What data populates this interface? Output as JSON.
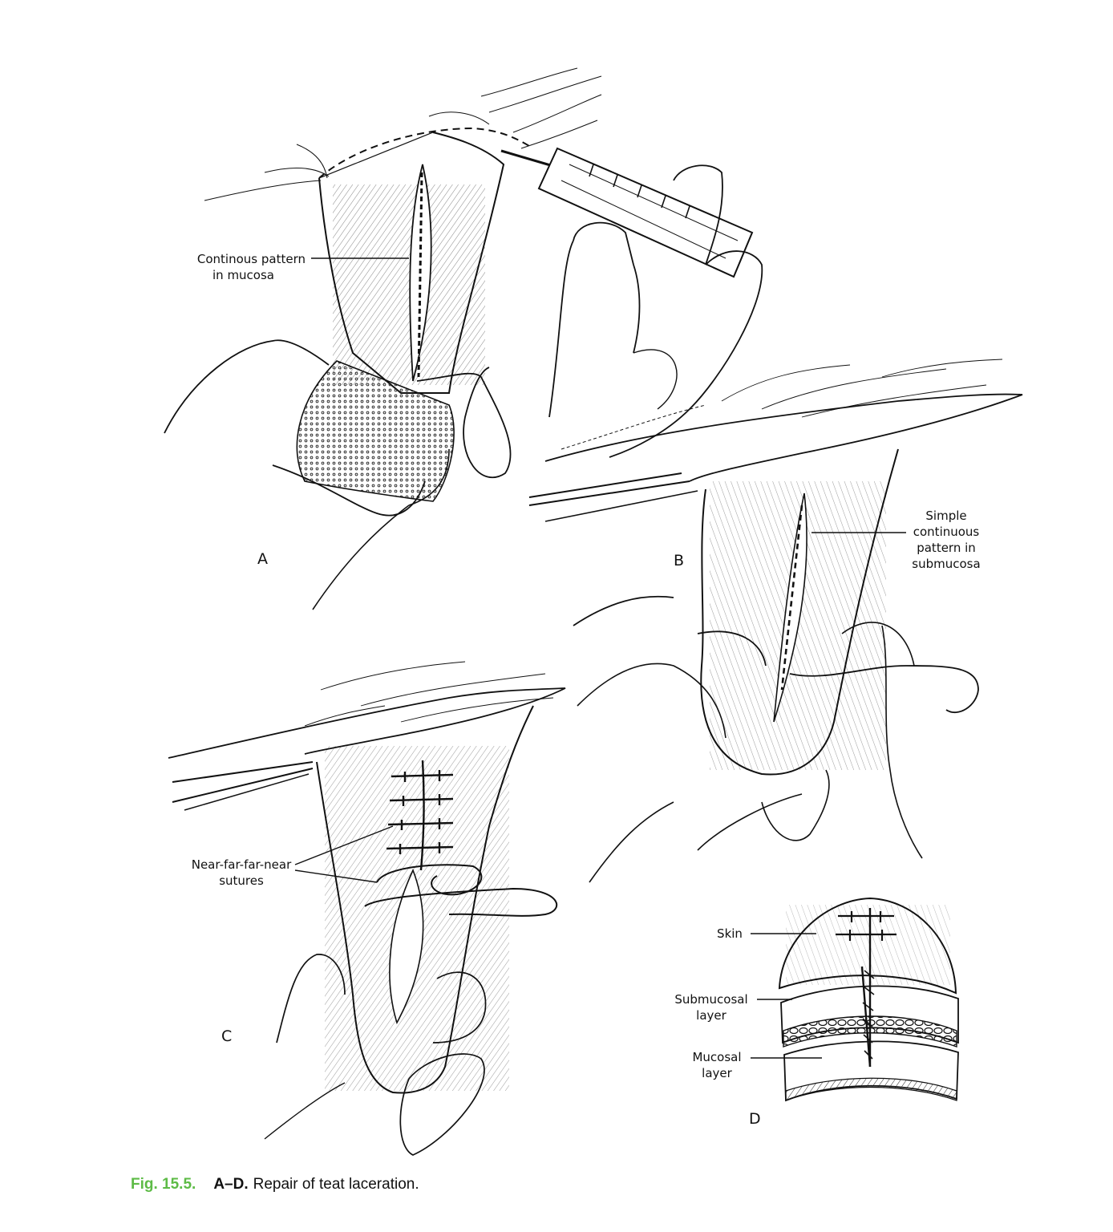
{
  "figure": {
    "caption": {
      "figure_number": "Fig. 15.5.",
      "parts": "A–D.",
      "text": "Repair of teat laceration."
    },
    "panels": [
      {
        "id": "A",
        "label": "A"
      },
      {
        "id": "B",
        "label": "B"
      },
      {
        "id": "C",
        "label": "C"
      },
      {
        "id": "D",
        "label": "D"
      }
    ],
    "annotations": {
      "a_mucosa": [
        "Continous pattern",
        "in mucosa"
      ],
      "b_submucosa": [
        "Simple",
        "continuous",
        "pattern in",
        "submucosa"
      ],
      "c_sutures": [
        "Near-far-far-near",
        "sutures"
      ],
      "d_skin": [
        "Skin"
      ],
      "d_submucosal": [
        "Submucosal",
        "layer"
      ],
      "d_mucosal": [
        "Mucosal",
        "layer"
      ]
    },
    "colors": {
      "ink": "#111111",
      "figure_number": "#5dbb46",
      "background": "#ffffff"
    }
  }
}
